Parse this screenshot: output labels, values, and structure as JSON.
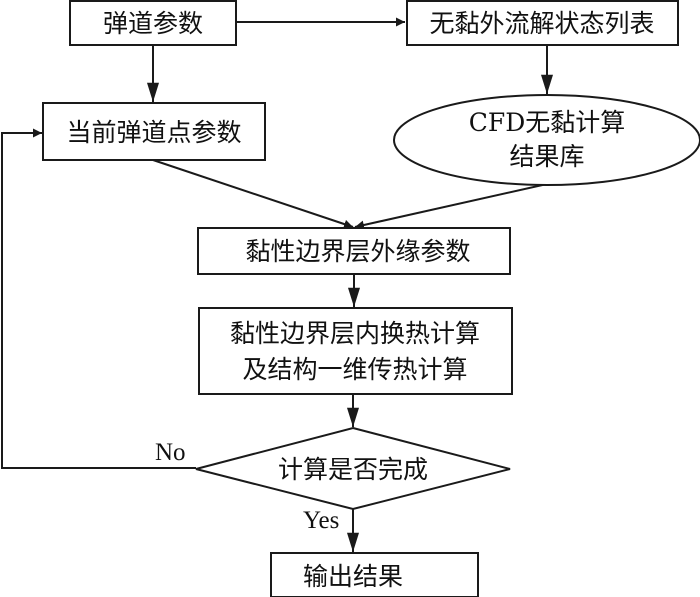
{
  "diagram": {
    "type": "flowchart",
    "nodes": {
      "trajectory_params": {
        "shape": "rectangle",
        "lines": [
          "弹道参数"
        ]
      },
      "inviscid_state_list": {
        "shape": "rectangle",
        "lines": [
          "无黏外流解状态列表"
        ]
      },
      "current_point_params": {
        "shape": "rectangle",
        "lines": [
          "当前弹道点参数"
        ]
      },
      "cfd_result_db": {
        "shape": "ellipse",
        "lines": [
          "CFD无黏计算",
          "结果库"
        ]
      },
      "boundary_edge_params": {
        "shape": "rectangle",
        "lines": [
          "黏性边界层外缘参数"
        ]
      },
      "heat_transfer_calc": {
        "shape": "rectangle",
        "lines": [
          "黏性边界层内换热计算",
          "及结构一维传热计算"
        ]
      },
      "done_decision": {
        "shape": "diamond",
        "lines": [
          "计算是否完成"
        ]
      },
      "output_results": {
        "shape": "rectangle",
        "lines": [
          "输出结果"
        ]
      }
    },
    "edges": [
      {
        "from": "trajectory_params",
        "to": "inviscid_state_list",
        "label": ""
      },
      {
        "from": "trajectory_params",
        "to": "current_point_params",
        "label": ""
      },
      {
        "from": "inviscid_state_list",
        "to": "cfd_result_db",
        "label": ""
      },
      {
        "from": "current_point_params",
        "to": "boundary_edge_params",
        "label": ""
      },
      {
        "from": "cfd_result_db",
        "to": "boundary_edge_params",
        "label": ""
      },
      {
        "from": "boundary_edge_params",
        "to": "heat_transfer_calc",
        "label": ""
      },
      {
        "from": "heat_transfer_calc",
        "to": "done_decision",
        "label": ""
      },
      {
        "from": "done_decision",
        "to": "current_point_params",
        "label": "No"
      },
      {
        "from": "done_decision",
        "to": "output_results",
        "label": "Yes"
      }
    ],
    "labels": {
      "no": "No",
      "yes": "Yes"
    },
    "colors": {
      "stroke": "#1a1a1a",
      "text": "#111111",
      "background": "#ffffff"
    }
  }
}
